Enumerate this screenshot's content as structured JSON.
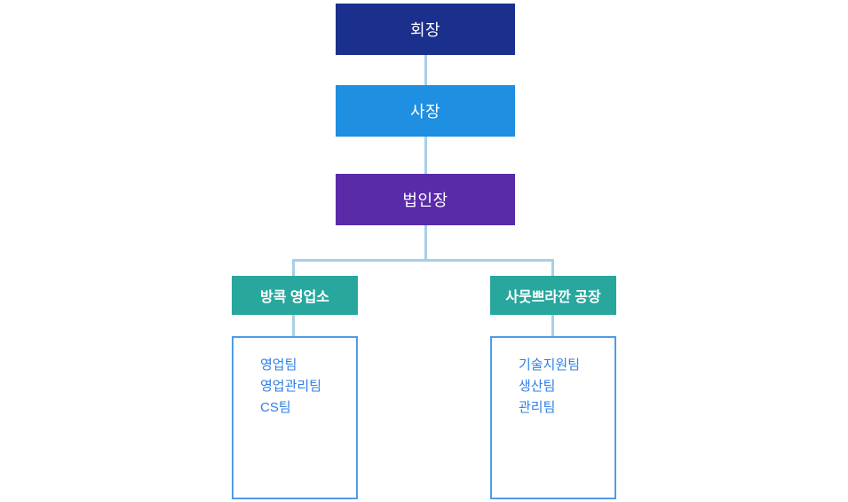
{
  "page": {
    "background": "#ffffff",
    "connector_color": "#a9cfe7"
  },
  "org_chart": {
    "levels": [
      {
        "id": "chairman",
        "label": "회장",
        "color": "#1b2f8c",
        "text_color": "#ffffff"
      },
      {
        "id": "president",
        "label": "사장",
        "color": "#1e8fe1",
        "text_color": "#ffffff"
      },
      {
        "id": "corporate-head",
        "label": "법인장",
        "color": "#5a2ba9",
        "text_color": "#ffffff"
      }
    ],
    "branches": [
      {
        "id": "bangkok-sales-office",
        "label": "방콕 영업소",
        "color": "#28a79d",
        "teams": [
          "영업팀",
          "영업관리팀",
          "CS팀"
        ]
      },
      {
        "id": "samut-prakan-factory",
        "label": "사뭇쁘라깐 공장",
        "color": "#28a79d",
        "teams": [
          "기술지원팀",
          "생산팀",
          "관리팀"
        ]
      }
    ],
    "team_box": {
      "border_color": "#4f9ce5",
      "text_color": "#2f80e6"
    }
  }
}
